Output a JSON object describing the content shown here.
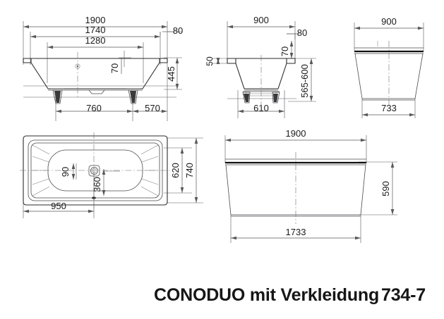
{
  "document": {
    "title": "CONODUO mit Verkleidung",
    "model_number": "734-7",
    "drawing_type": "technical-dimension-drawing",
    "units": "mm"
  },
  "colors": {
    "background": "#ffffff",
    "outline": "#2b2b2b",
    "dimension_line": "#58585a",
    "text": "#1a1a1a",
    "center_line": "#6e6e72"
  },
  "views": {
    "side_elevation": {
      "name": "Side elevation (long side, 1900 mm)",
      "dimensions": {
        "overall_length": "1900",
        "inner_top_length": "1740",
        "bottom_inner_length": "1280",
        "rim_width": "80",
        "depth": "445",
        "waste_offset": "70",
        "leg_left_to_center": "760",
        "leg_right_to_end": "570"
      }
    },
    "end_section": {
      "name": "End section (short side, 900 mm)",
      "dimensions": {
        "overall_width": "900",
        "rim_width": "80",
        "rim_height": "50",
        "upper_offset": "70",
        "height_range": "565-600",
        "foot_span": "610"
      }
    },
    "end_cladding": {
      "name": "End view with cladding panel",
      "dimensions": {
        "top_width": "900",
        "bottom_width": "733"
      }
    },
    "front_cladding": {
      "name": "Front view with cladding panel",
      "dimensions": {
        "top_width": "1900",
        "bottom_width": "1733",
        "panel_height": "590"
      }
    },
    "plan": {
      "name": "Plan view (top)",
      "dimensions": {
        "inner_width": "620",
        "overall_width": "740",
        "waste_to_end": "950",
        "waste_offset_short": "90",
        "waste_offset_long": "360"
      }
    }
  },
  "labels": {
    "d1900_top": "1900",
    "d1740": "1740",
    "d1280": "1280",
    "d80_a": "80",
    "d445": "445",
    "d70_a": "70",
    "d760": "760",
    "d570": "570",
    "d900_mid": "900",
    "d80_b": "80",
    "d50": "50",
    "d70_b": "70",
    "d565600": "565-600",
    "d610": "610",
    "d900_right": "900",
    "d733": "733",
    "d620": "620",
    "d740": "740",
    "d950": "950",
    "d90": "90",
    "d360": "360",
    "d1900_front": "1900",
    "d1733": "1733",
    "d590": "590"
  }
}
